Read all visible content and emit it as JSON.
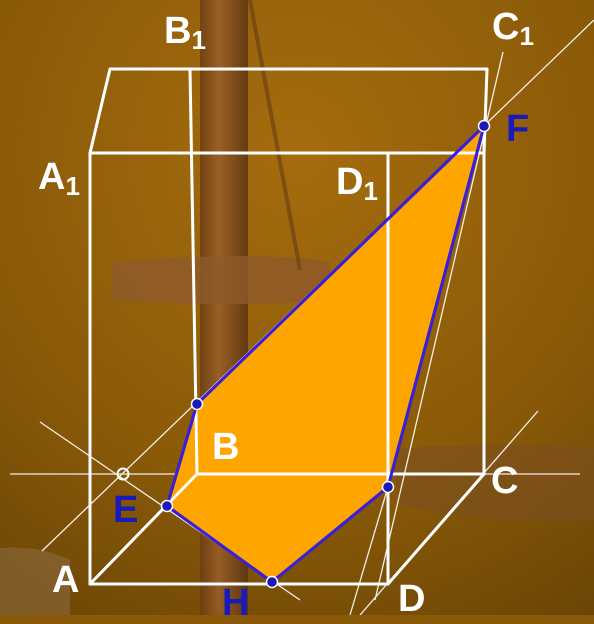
{
  "colors": {
    "background": "#8a5a08",
    "edge": "#ffffff",
    "section_fill": "#ffa500",
    "section_edge": "#3a1fd8",
    "vertex_label": "#ffffff",
    "point_label": "#1a1ab8"
  },
  "labels": {
    "B1": {
      "base": "B",
      "sub": "1"
    },
    "C1": {
      "base": "C",
      "sub": "1"
    },
    "A1": {
      "base": "A",
      "sub": "1"
    },
    "D1": {
      "base": "D",
      "sub": "1"
    },
    "B": "B",
    "C": "C",
    "A": "A",
    "D": "D",
    "E": "E",
    "F": "F",
    "H": "H"
  }
}
